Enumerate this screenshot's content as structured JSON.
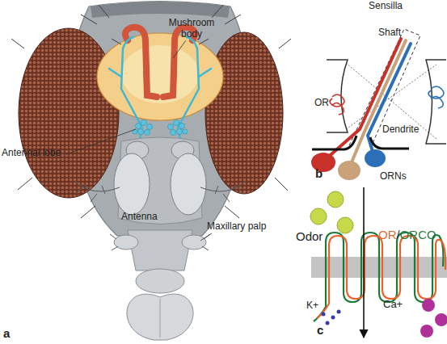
{
  "diagram": {
    "labels": [
      "Mushroom body",
      "Antennal lobe",
      "Antenna",
      "Maxillary palp",
      "a",
      "Sensilla",
      "Shaft",
      "OR",
      "Dendrite",
      "ORNs",
      "b",
      "Odor",
      "OR/ORCO",
      "K+",
      "Ca+",
      "c"
    ]
  }
}
